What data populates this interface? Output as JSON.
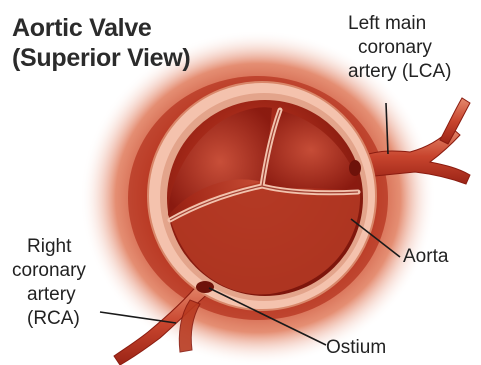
{
  "title": {
    "line1": "Aortic Valve",
    "line2": "(Superior View)"
  },
  "labels": {
    "lca": {
      "line1": "Left main",
      "line2": "coronary",
      "line3": "artery (LCA)"
    },
    "aorta": "Aorta",
    "rca": {
      "line1": "Right",
      "line2": "coronary",
      "line3": "artery",
      "line4": "(RCA)"
    },
    "ostium": "Ostium"
  },
  "colors": {
    "tissue_dark": "#8e1a10",
    "tissue_mid": "#c8452e",
    "tissue_light": "#f2a88a",
    "aortic_wall": "#f4c2ad",
    "leaflet": "#a3221a",
    "leaflet_highlight": "#c9503a",
    "text": "#222222",
    "leader_line": "#1a1a1a"
  }
}
